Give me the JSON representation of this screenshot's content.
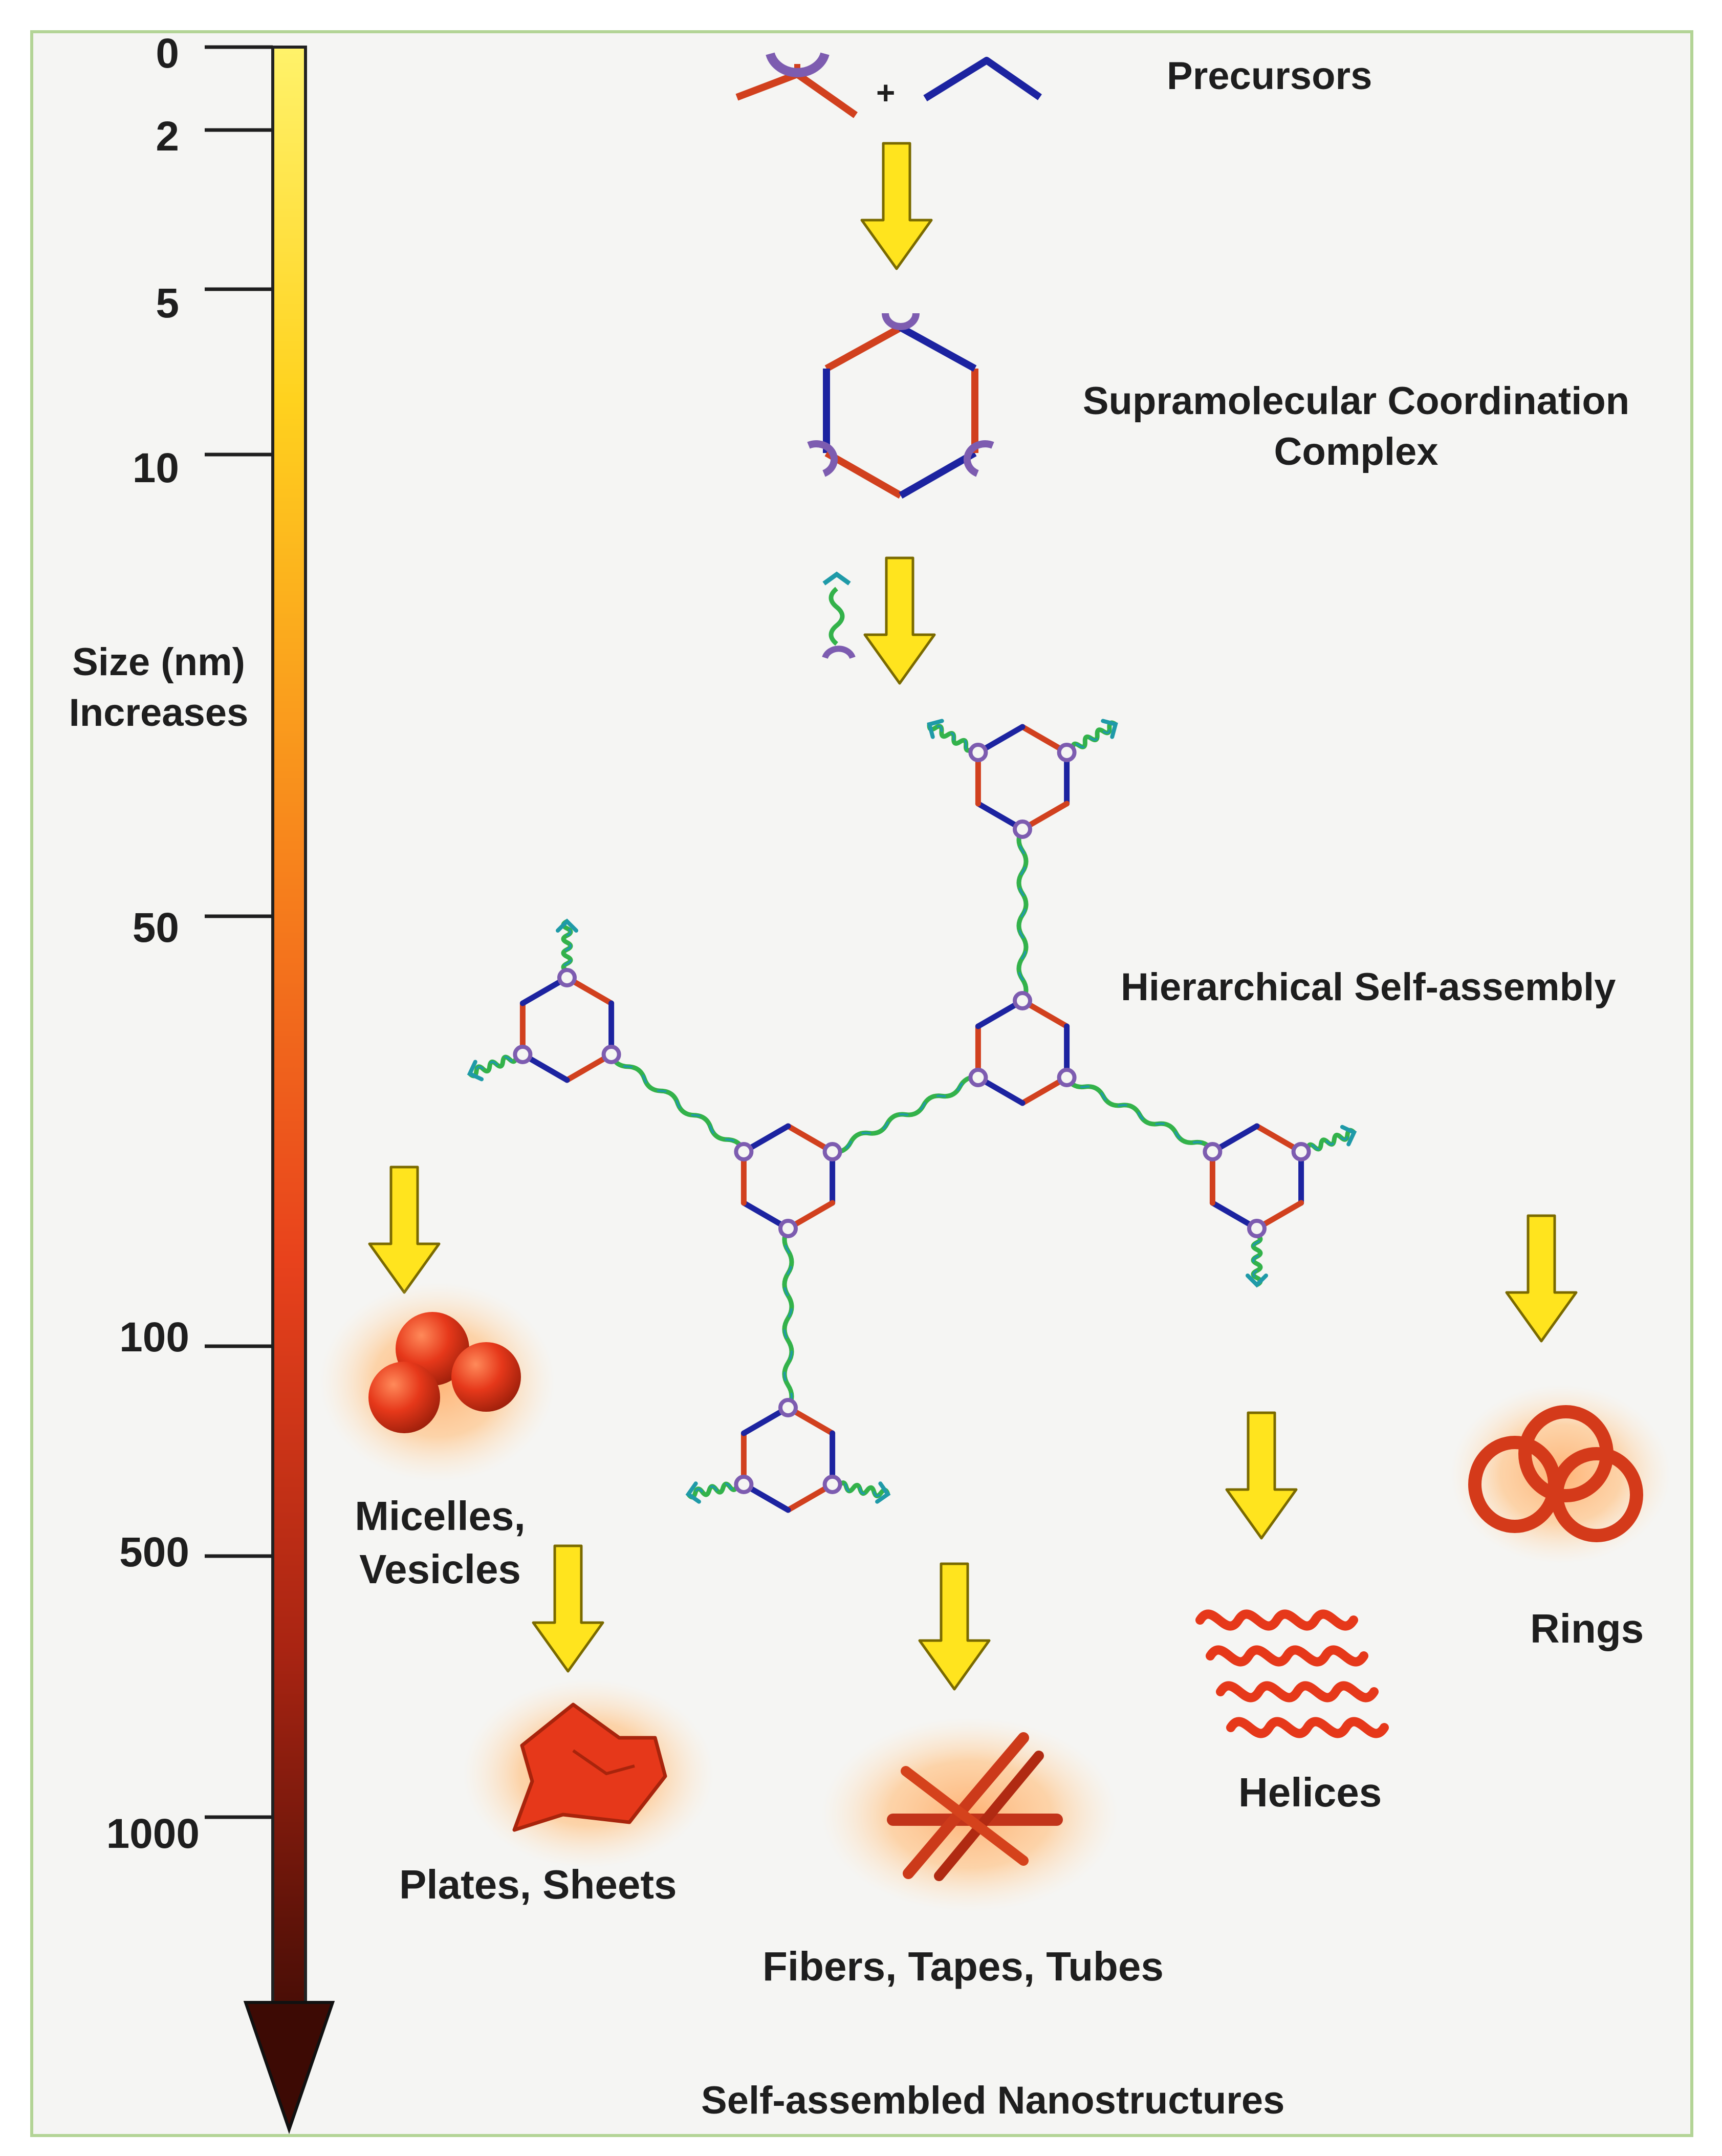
{
  "diagram": {
    "scale": {
      "ticks": [
        "0",
        "2",
        "5",
        "10",
        "50",
        "100",
        "500",
        "1000"
      ],
      "axis_label_line1": "Size (nm)",
      "axis_label_line2": "Increases",
      "gradient_colors": [
        "#fff26a",
        "#ffd21e",
        "#f7821c",
        "#e8421c",
        "#a92412",
        "#4a0e06"
      ]
    },
    "stages": {
      "precursors": "Precursors",
      "complex_line1": "Supramolecular Coordination",
      "complex_line2": "Complex",
      "hierarchical": "Hierarchical Self-assembly",
      "plus_sign": "+"
    },
    "products": {
      "micelles_line1": "Micelles,",
      "micelles_line2": "Vesicles",
      "plates": "Plates,  Sheets",
      "fibers": "Fibers, Tapes, Tubes",
      "helices": "Helices",
      "rings": "Rings"
    },
    "footer": "Self-assembled Nanostructures",
    "colors": {
      "hexagon_red": "#d1401e",
      "hexagon_blue": "#1c23a0",
      "connector_purple": "#7d5cb0",
      "linker_green": "#33b24a",
      "linker_teal": "#1f9aa8",
      "arrow_yellow": "#ffe41e",
      "product_red": "#e6381a",
      "panel_border": "#b3d496"
    }
  }
}
